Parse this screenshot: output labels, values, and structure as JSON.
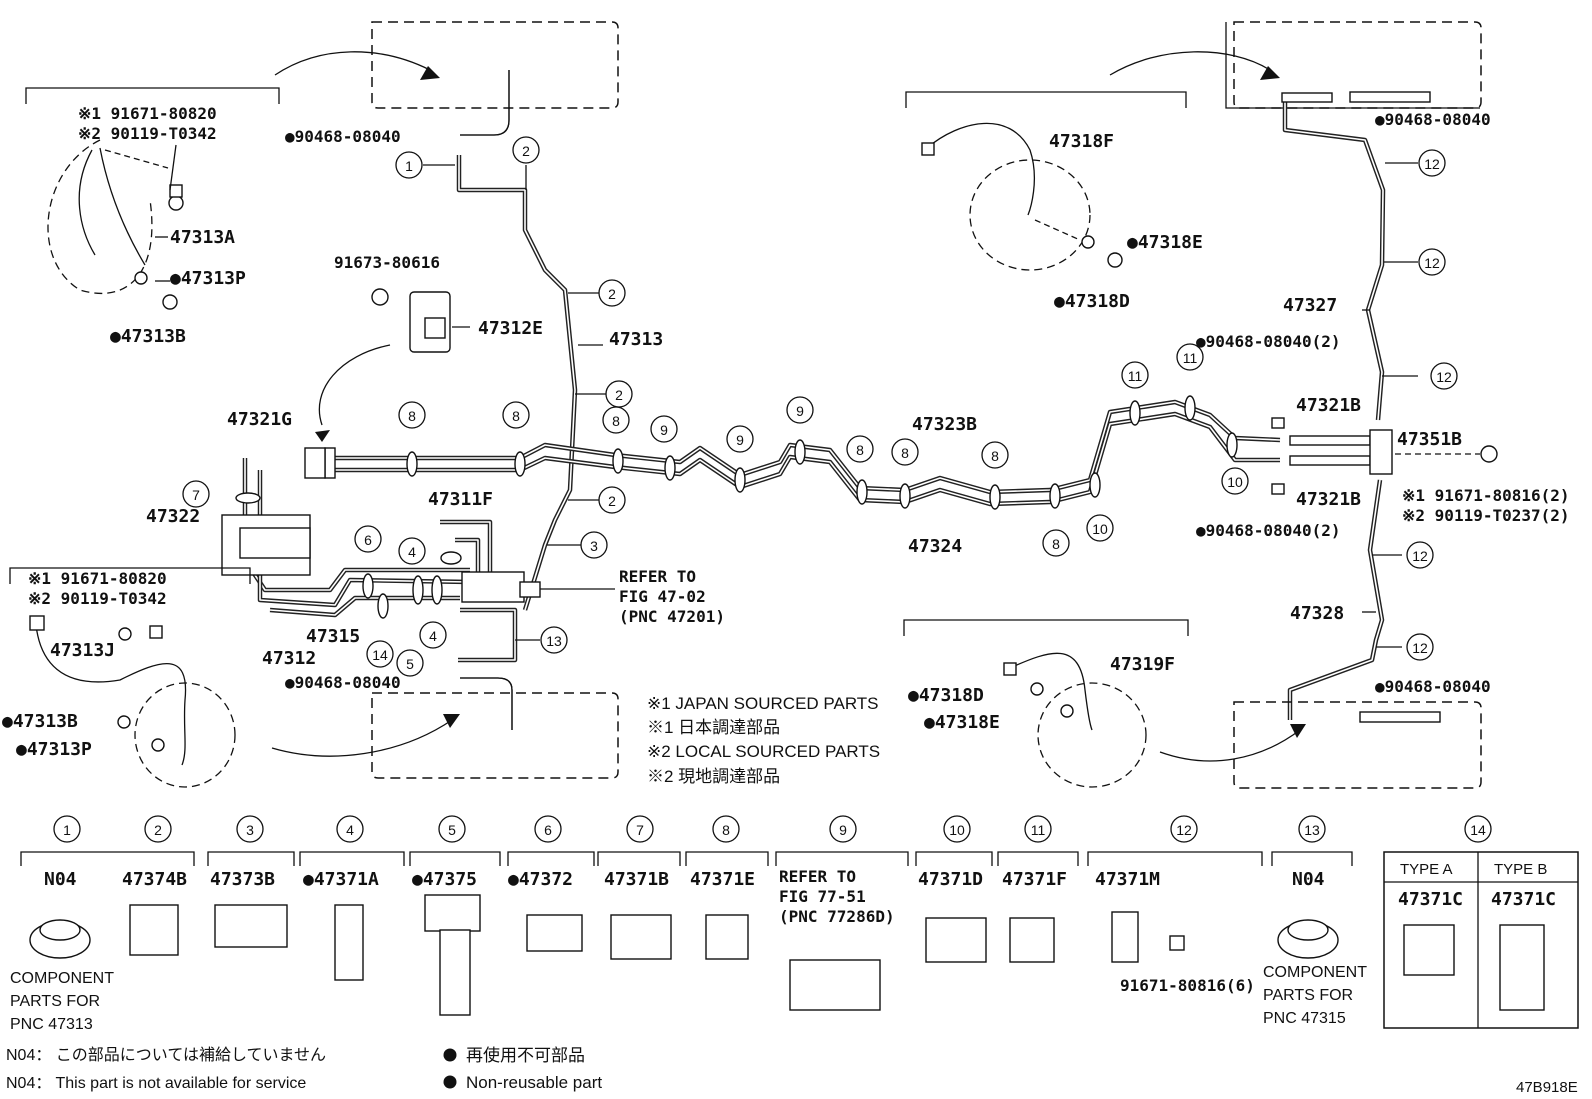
{
  "figure_code": "47B918E",
  "refs": {
    "fig_47_02_a": "REFER TO",
    "fig_47_02_b": "FIG 47-02",
    "fig_47_02_c": "(PNC 47201)",
    "fig_77_51_a": "REFER TO",
    "fig_77_51_b": "FIG 77-51",
    "fig_77_51_c": "(PNC 77286D)"
  },
  "notes": {
    "japan_en": "※1 JAPAN SOURCED PARTS",
    "japan_jp": "※1 日本調達部品",
    "local_en": "※2 LOCAL SOURCED PARTS",
    "local_jp": "※2 現地調達部品",
    "non_reusable_jp": "再使用不可部品",
    "non_reusable_en": "Non-reusable part",
    "n04_jp": "N04： この部品については補給していません",
    "n04_en": "N04： This part is not available for service",
    "component_a1": "COMPONENT",
    "component_a2": "PARTS FOR",
    "component_a3": "PNC 47313",
    "component_b1": "COMPONENT",
    "component_b2": "PARTS FOR",
    "component_b3": "PNC 47315"
  },
  "labels": {
    "p91671_80820_a": "※1 91671-80820",
    "p90119_t0342_a": "※2 90119-T0342",
    "p47313A": "47313A",
    "p47313P_a": "●47313P",
    "p47313B_a": "●47313B",
    "p90468_top": "●90468-08040",
    "p91673": "91673-80616",
    "p47312E": "47312E",
    "p47313": "47313",
    "p47321G": "47321G",
    "p47322": "47322",
    "p47311F": "47311F",
    "p47315": "47315",
    "p47312": "47312",
    "p90468_bottom": "●90468-08040",
    "p91671_80820_b": "※1 91671-80820",
    "p90119_t0342_b": "※2 90119-T0342",
    "p47313J": "47313J",
    "p47313B_b": "●47313B",
    "p47313P_b": "●47313P",
    "p47318F": "47318F",
    "p47318E_a": "●47318E",
    "p47318D_a": "●47318D",
    "p47323B": "47323B",
    "p47324": "47324",
    "p90468_2_top": "●90468-08040(2)",
    "p47321B_top": "47321B",
    "p47351B": "47351B",
    "p47321B_bot": "47321B",
    "p91671_80816_2": "※1 91671-80816(2)",
    "p90119_t0237_2": "※2 90119-T0237(2)",
    "p90468_2_bot": "●90468-08040(2)",
    "p90468_rt": "●90468-08040",
    "p47327": "47327",
    "p47328": "47328",
    "p90468_rb": "●90468-08040",
    "p47319F": "47319F",
    "p47318D_b": "●47318D",
    "p47318E_b": "●47318E"
  },
  "legend": [
    {
      "num": "1",
      "part": "N04"
    },
    {
      "num": "2",
      "part": "47374B"
    },
    {
      "num": "3",
      "part": "47373B"
    },
    {
      "num": "4",
      "part": "●47371A"
    },
    {
      "num": "5",
      "part": "●47375"
    },
    {
      "num": "6",
      "part": "●47372"
    },
    {
      "num": "7",
      "part": "47371B"
    },
    {
      "num": "8",
      "part": "47371E"
    },
    {
      "num": "9",
      "part": ""
    },
    {
      "num": "10",
      "part": "47371D"
    },
    {
      "num": "11",
      "part": "47371F"
    },
    {
      "num": "12",
      "part": "47371M"
    },
    {
      "num": "13",
      "part": "N04"
    },
    {
      "num": "14",
      "part": ""
    }
  ],
  "legend_extra": {
    "bolt_12": "91671-80816(6)",
    "type_a": "TYPE A",
    "type_b": "TYPE B",
    "type_a_part": "47371C",
    "type_b_part": "47371C"
  }
}
